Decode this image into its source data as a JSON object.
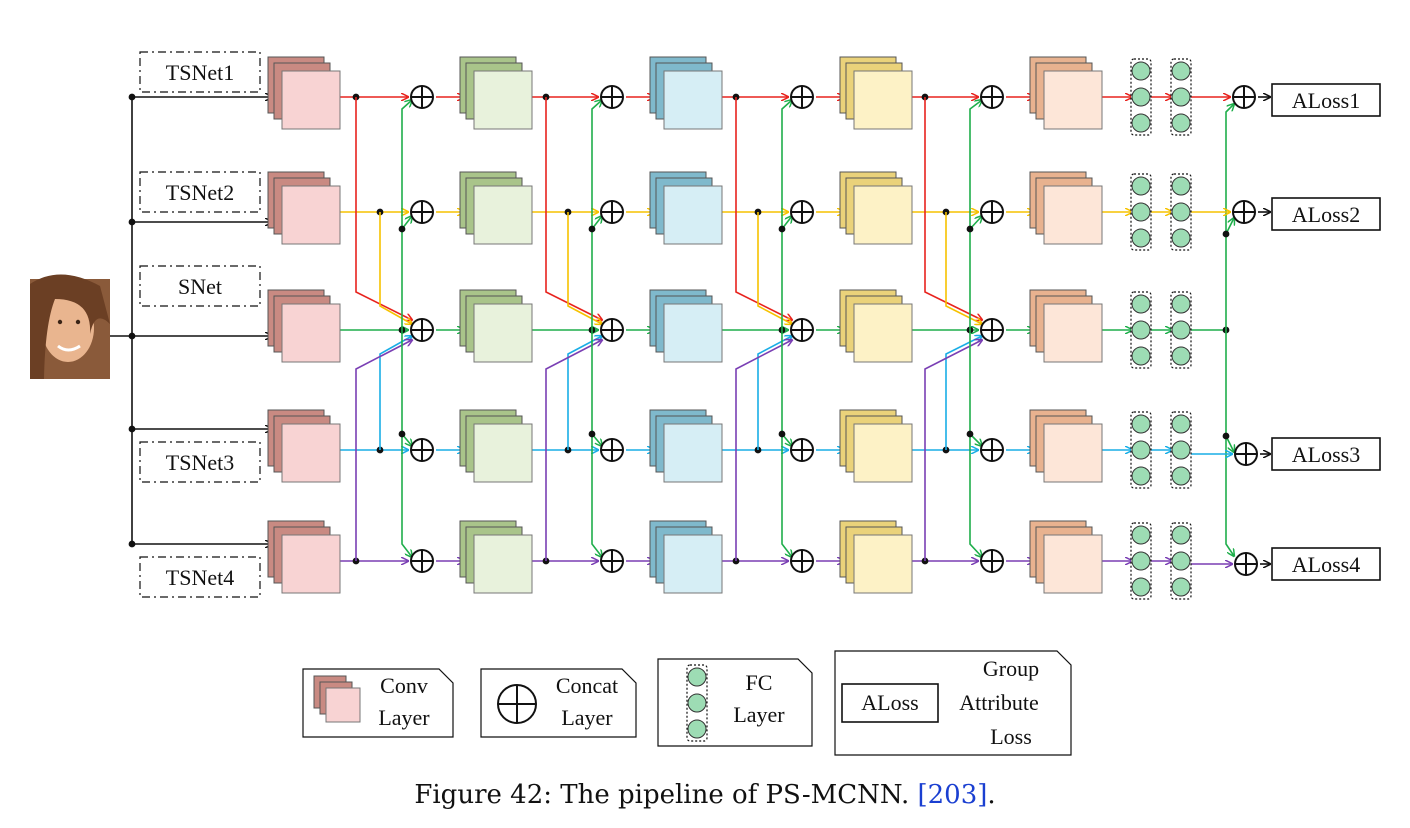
{
  "branches": [
    {
      "label": "TSNet1",
      "loss": "ALoss1"
    },
    {
      "label": "TSNet2",
      "loss": "ALoss2"
    },
    {
      "label": "SNet",
      "loss": ""
    },
    {
      "label": "TSNet3",
      "loss": "ALoss3"
    },
    {
      "label": "TSNet4",
      "loss": "ALoss4"
    }
  ],
  "colors": {
    "branch": [
      "#e8231e",
      "#f6c200",
      "#1fae4b",
      "#19aee6",
      "#7a3fb4"
    ],
    "stages": [
      {
        "back": "#c98a82",
        "front": "#f8d3d3"
      },
      {
        "back": "#a9c48a",
        "front": "#e8f2dc"
      },
      {
        "back": "#7fb9cc",
        "front": "#d6eef5"
      },
      {
        "back": "#ead27a",
        "front": "#fdf2c6"
      },
      {
        "back": "#e8b28f",
        "front": "#fde6d8"
      }
    ],
    "fc": "#9ddcb4"
  },
  "legend": {
    "conv": [
      "Conv",
      "Layer"
    ],
    "concat": [
      "Concat",
      "Layer"
    ],
    "fc": [
      "FC",
      "Layer"
    ],
    "aloss_box": "ALoss",
    "aloss": [
      "Group",
      "Attribute",
      "Loss"
    ]
  },
  "caption": {
    "text": "Figure 42: The pipeline of PS-MCNN.",
    "ref": "[203]",
    "end": "."
  }
}
